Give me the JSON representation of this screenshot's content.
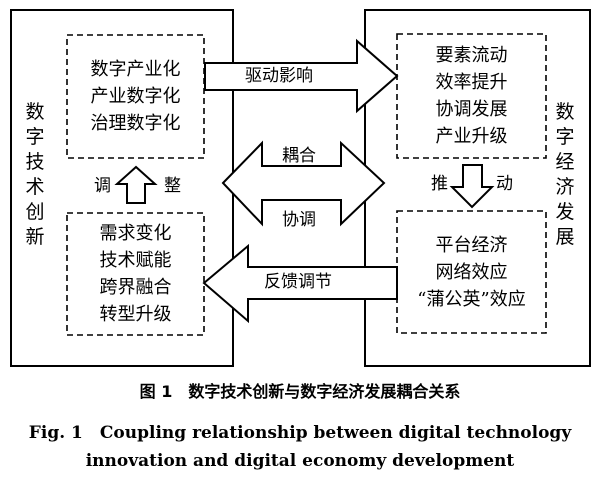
{
  "left_panel": {
    "label_chars": [
      "数",
      "字",
      "技",
      "术",
      "创",
      "新"
    ],
    "top_box_lines": [
      "数字产业化",
      "产业数字化",
      "治理数字化"
    ],
    "bottom_box_lines": [
      "需求变化",
      "技术赋能",
      "跨界融合",
      "转型升级"
    ],
    "adjust_label_left": "调",
    "adjust_label_right": "整"
  },
  "right_panel": {
    "label_chars": [
      "数",
      "字",
      "经",
      "济",
      "发",
      "展"
    ],
    "top_box_lines": [
      "要素流动",
      "效率提升",
      "协调发展",
      "产业升级"
    ],
    "bottom_box_lines": [
      "平台经济",
      "网络效应",
      "“蒲公英”效应"
    ],
    "push_label_left": "推",
    "push_label_right": "动"
  },
  "arrows": {
    "drive_label": "驱动影响",
    "coupling_label": "耦合",
    "coordination_label": "协调",
    "feedback_label": "反馈调节"
  },
  "caption": {
    "cn": "图 1　数字技术创新与数字经济发展耦合关系",
    "en_line1": "Fig. 1　Coupling relationship between digital technology",
    "en_line2": "innovation and digital economy development"
  }
}
